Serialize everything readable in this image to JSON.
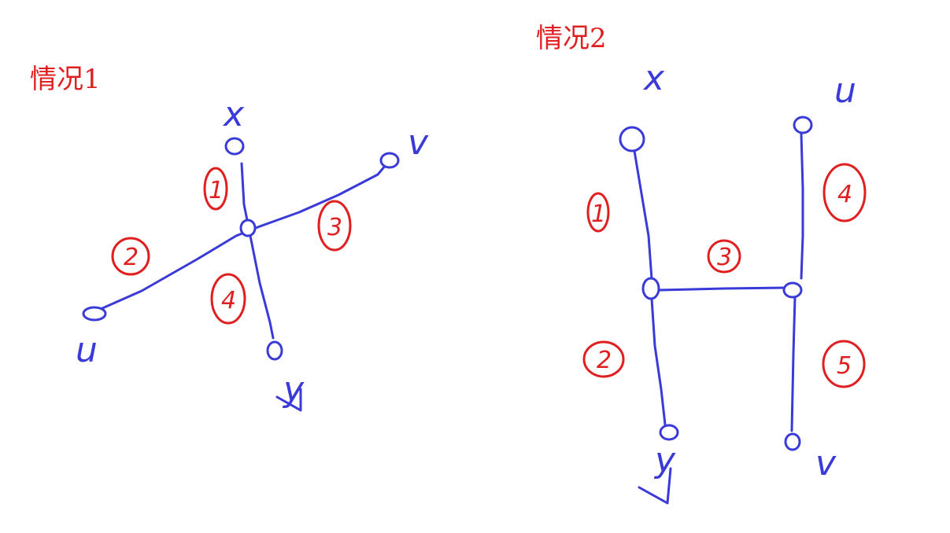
{
  "colors": {
    "graph": "#3a3ad8",
    "annotation": "#e02020",
    "background": "#ffffff"
  },
  "case1": {
    "title": "情况1",
    "vertices": {
      "x": "x",
      "v": "v",
      "u": "u",
      "y": "y"
    },
    "edges": {
      "e1": "1",
      "e2": "2",
      "e3": "3",
      "e4": "4"
    }
  },
  "case2": {
    "title": "情况2",
    "vertices": {
      "x": "x",
      "u": "u",
      "y": "y",
      "v": "v"
    },
    "edges": {
      "e1": "1",
      "e2": "2",
      "e3": "3",
      "e4": "4",
      "e5": "5"
    }
  }
}
